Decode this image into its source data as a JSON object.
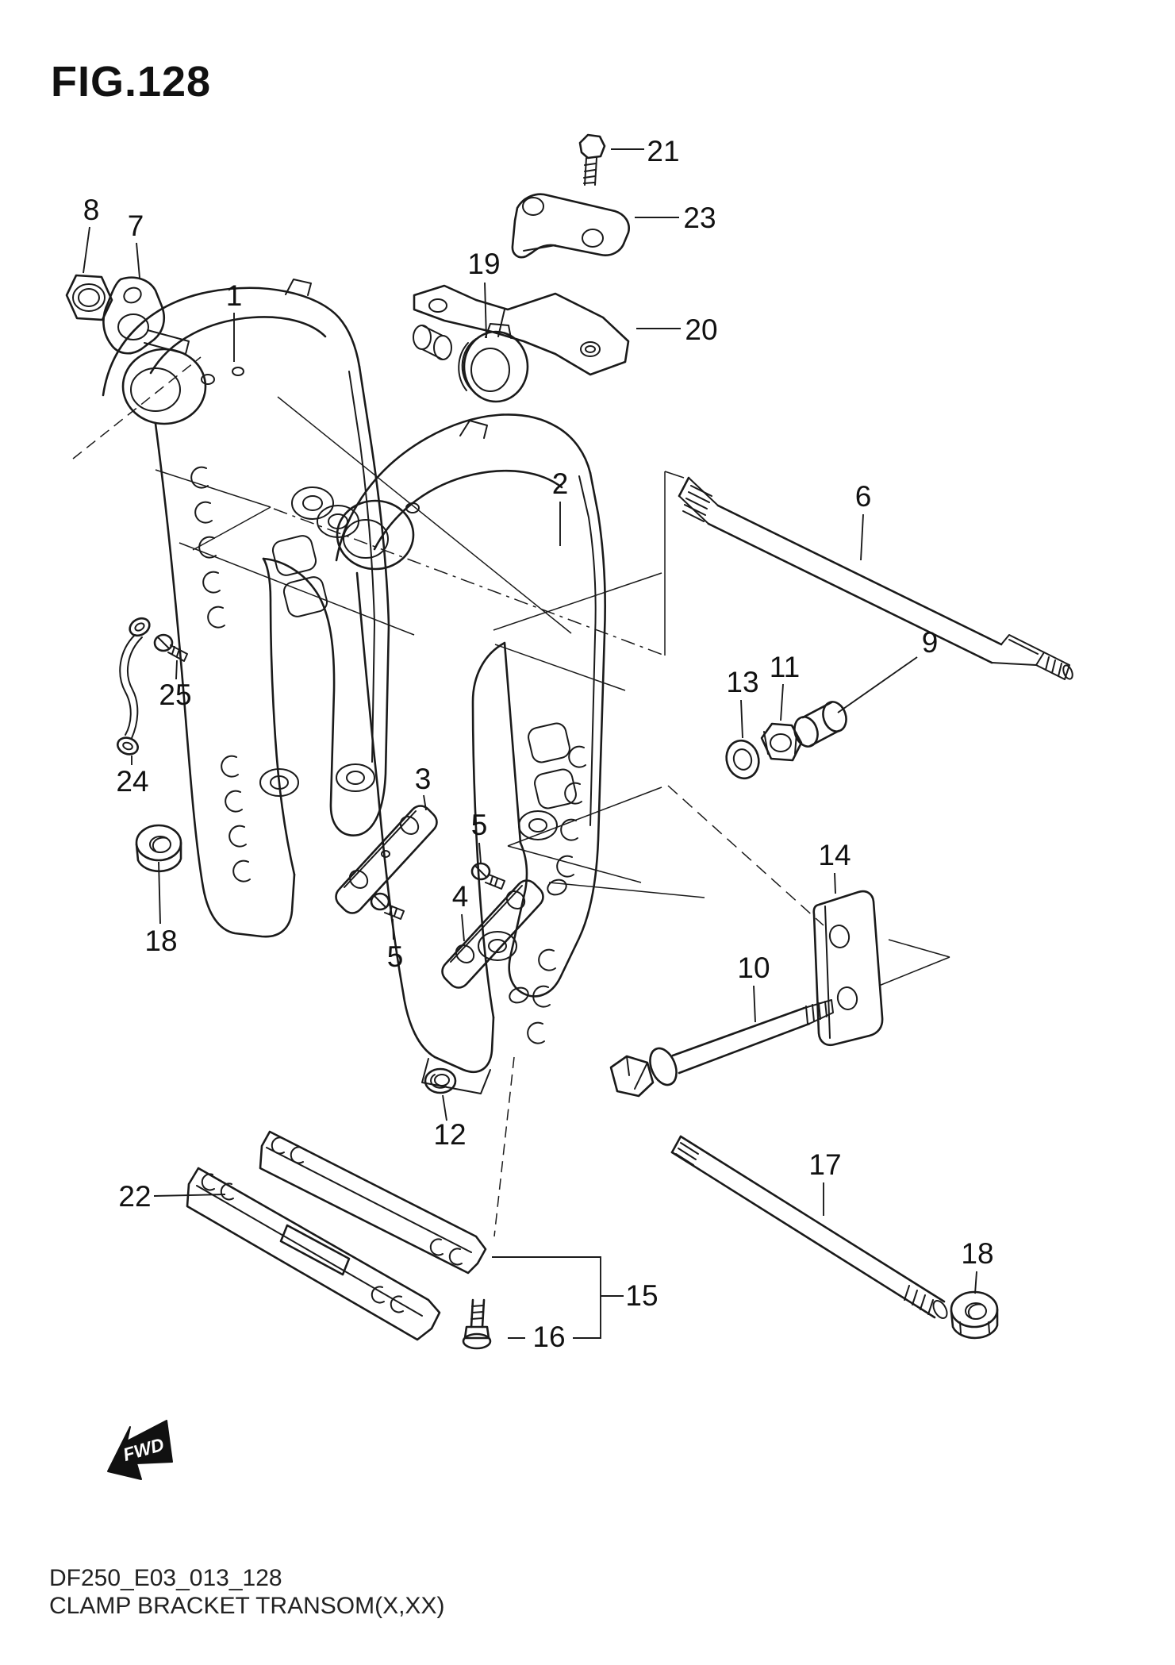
{
  "figure": {
    "title": "FIG.128",
    "drawing_code": "DF250_E03_013_128",
    "caption": "CLAMP BRACKET TRANSOM(X,XX)",
    "fwd_label": "FWD"
  },
  "colors": {
    "ink": "#1a1a1a",
    "background": "#ffffff"
  },
  "callouts": [
    {
      "part": "clamp-bracket-port",
      "num": "1"
    },
    {
      "part": "clamp-bracket-starboard",
      "num": "2"
    },
    {
      "part": "plate-upper",
      "num": "3"
    },
    {
      "part": "plate-lower",
      "num": "4"
    },
    {
      "part": "screw-plate-a",
      "num": "5"
    },
    {
      "part": "screw-plate-b",
      "num": "5"
    },
    {
      "part": "tilt-shaft",
      "num": "6"
    },
    {
      "part": "anode-washer",
      "num": "7"
    },
    {
      "part": "nut-anode",
      "num": "8"
    },
    {
      "part": "spacer-bushing",
      "num": "9"
    },
    {
      "part": "bolt-long",
      "num": "10"
    },
    {
      "part": "nut-shaft",
      "num": "11"
    },
    {
      "part": "washer-small",
      "num": "12"
    },
    {
      "part": "washer-shaft",
      "num": "13"
    },
    {
      "part": "bracket-plate",
      "num": "14"
    },
    {
      "part": "transom-pad-set",
      "num": "15"
    },
    {
      "part": "bolt-pad",
      "num": "16"
    },
    {
      "part": "through-shaft",
      "num": "17"
    },
    {
      "part": "flange-nut-left",
      "num": "18"
    },
    {
      "part": "flange-nut-right",
      "num": "18"
    },
    {
      "part": "clamp-ring",
      "num": "19"
    },
    {
      "part": "lever-plate",
      "num": "20"
    },
    {
      "part": "bolt-cover",
      "num": "21"
    },
    {
      "part": "transom-pad",
      "num": "22"
    },
    {
      "part": "cover-bracket",
      "num": "23"
    },
    {
      "part": "ground-cable",
      "num": "24"
    },
    {
      "part": "screw-cable",
      "num": "25"
    }
  ]
}
